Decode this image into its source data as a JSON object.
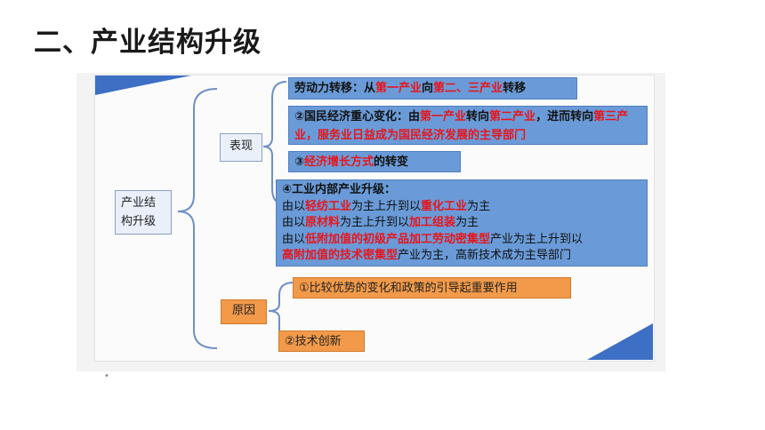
{
  "title": "二、产业结构升级",
  "root": {
    "line1": "产业结",
    "line2": "构升级"
  },
  "branches": {
    "biaoxian": "表现",
    "yuanyin": "原因"
  },
  "b1": {
    "p1": "劳动力转移：从",
    "r1": "第一产业",
    "p2": "向",
    "r2": "第二、三产业",
    "p3": "转移"
  },
  "b2": {
    "p1": "②国民经济重心变化：由",
    "r1": "第一产业",
    "p2": "转向",
    "r2": "第二产业",
    "p3": "，进而转向",
    "r3": "第三产业，服务业日益成为国民经济发展的主导部门"
  },
  "b3": {
    "p1": "③",
    "r1": "经济增长方式",
    "p2": "的转变"
  },
  "b4": {
    "head": "④工业内部产业升级：",
    "l1": {
      "a": "由以",
      "r1": "轻纺工业",
      "b": "为主上升到以",
      "r2": "重化工业",
      "c": "为主"
    },
    "l2": {
      "a": "由以",
      "r1": "原材料",
      "b": "为主上升到以",
      "r2": "加工组装",
      "c": "为主"
    },
    "l3": {
      "a": "由以",
      "r1": "低附加值的初级产品加工劳动密集型",
      "b": "产业为主上升到以"
    },
    "l4": {
      "r1": "高附加值的技术密集型",
      "b": "产业为主，高新技术成为主导部门"
    }
  },
  "o1": "①比较优势的变化和政策的引导起重要作用",
  "o2": "②技术创新",
  "colors": {
    "blue_box": "#6a9bd8",
    "orange_box": "#f29a4a",
    "red_text": "#e8151b",
    "accent": "#3d6fc4"
  }
}
